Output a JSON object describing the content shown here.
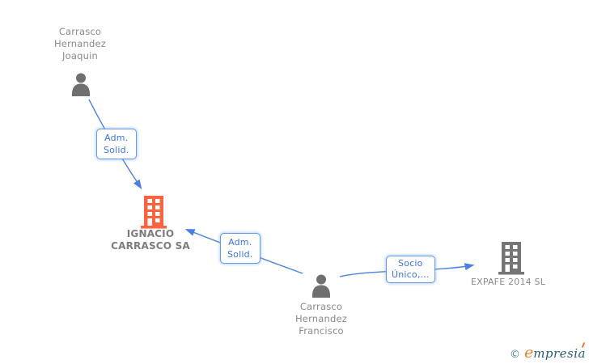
{
  "diagram_type": "corporate-relationship-graph",
  "nodes": {
    "joaquin": {
      "type": "person",
      "lines": [
        "Carrasco",
        "Hernandez",
        "Joaquin"
      ]
    },
    "ignacio": {
      "type": "company",
      "highlighted": true,
      "lines": [
        "IGNACIO",
        "CARRASCO SA"
      ]
    },
    "francisco": {
      "type": "person",
      "lines": [
        "Carrasco",
        "Hernandez",
        "Francisco"
      ]
    },
    "expafe": {
      "type": "company",
      "highlighted": false,
      "label": "EXPAFE 2014  SL"
    }
  },
  "edges": {
    "joaquin_to_ignacio": {
      "source": "Carrasco Hernandez Joaquin",
      "target": "IGNACIO CARRASCO SA",
      "lines": [
        "Adm.",
        "Solid."
      ]
    },
    "francisco_to_ignacio": {
      "source": "Carrasco Hernandez Francisco",
      "target": "IGNACIO CARRASCO SA",
      "lines": [
        "Adm.",
        "Solid."
      ]
    },
    "francisco_to_expafe": {
      "source": "Carrasco Hernandez Francisco",
      "target": "EXPAFE 2014 SL",
      "lines": [
        "Socio",
        "Único,..."
      ]
    }
  },
  "footer": {
    "copyright_symbol": "©",
    "brand_initial": "e",
    "brand_rest": "mpresia"
  },
  "colors": {
    "edge_blue": "#4a80e2",
    "edge_label_text": "#3a76dc",
    "company_highlight_orange": "#fa6440",
    "entity_gray": "#757575",
    "name_text_gray": "#8a8a8a",
    "logo_orange": "#ee7f2f",
    "logo_teal": "#265e72"
  }
}
